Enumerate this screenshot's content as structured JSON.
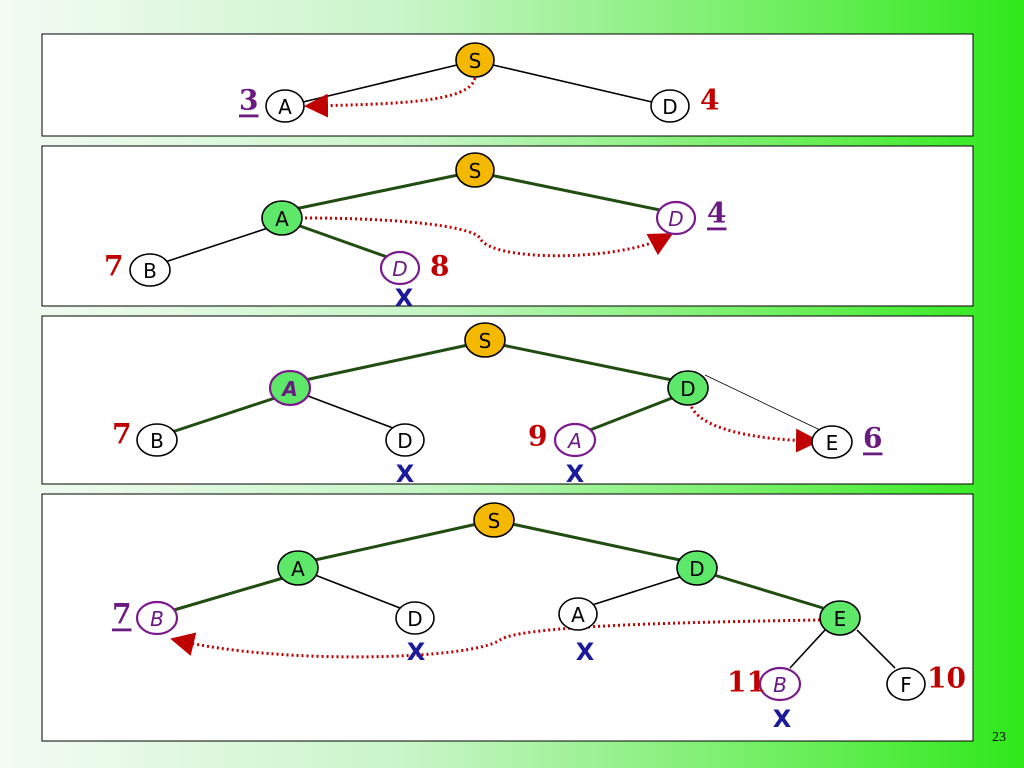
{
  "slide": {
    "page_number": "23"
  },
  "panels": [
    {
      "nodes": [
        {
          "label": "S"
        },
        {
          "label": "A"
        },
        {
          "label": "D"
        }
      ],
      "costs": [
        "3",
        "4"
      ],
      "marks": []
    },
    {
      "nodes": [
        {
          "label": "S"
        },
        {
          "label": "A"
        },
        {
          "label": "D"
        },
        {
          "label": "B"
        },
        {
          "label": "D"
        }
      ],
      "costs": [
        "4",
        "7",
        "8"
      ],
      "marks": [
        "X"
      ]
    },
    {
      "nodes": [
        {
          "label": "S"
        },
        {
          "label": "A"
        },
        {
          "label": "D"
        },
        {
          "label": "B"
        },
        {
          "label": "D"
        },
        {
          "label": "A"
        },
        {
          "label": "E"
        }
      ],
      "costs": [
        "7",
        "9",
        "6"
      ],
      "marks": [
        "X",
        "X"
      ]
    },
    {
      "nodes": [
        {
          "label": "S"
        },
        {
          "label": "A"
        },
        {
          "label": "D"
        },
        {
          "label": "B"
        },
        {
          "label": "D"
        },
        {
          "label": "A"
        },
        {
          "label": "E"
        },
        {
          "label": "B"
        },
        {
          "label": "F"
        }
      ],
      "costs": [
        "7",
        "11",
        "10"
      ],
      "marks": [
        "X",
        "X",
        "X"
      ]
    }
  ],
  "colors": {
    "root": "#f5b800",
    "expanded": "#5ee86a",
    "frontier_outline": "#7a1a8c",
    "cost": "#c00000",
    "pruned_mark": "#1a1a9a",
    "tree_edge": "#224d12"
  }
}
